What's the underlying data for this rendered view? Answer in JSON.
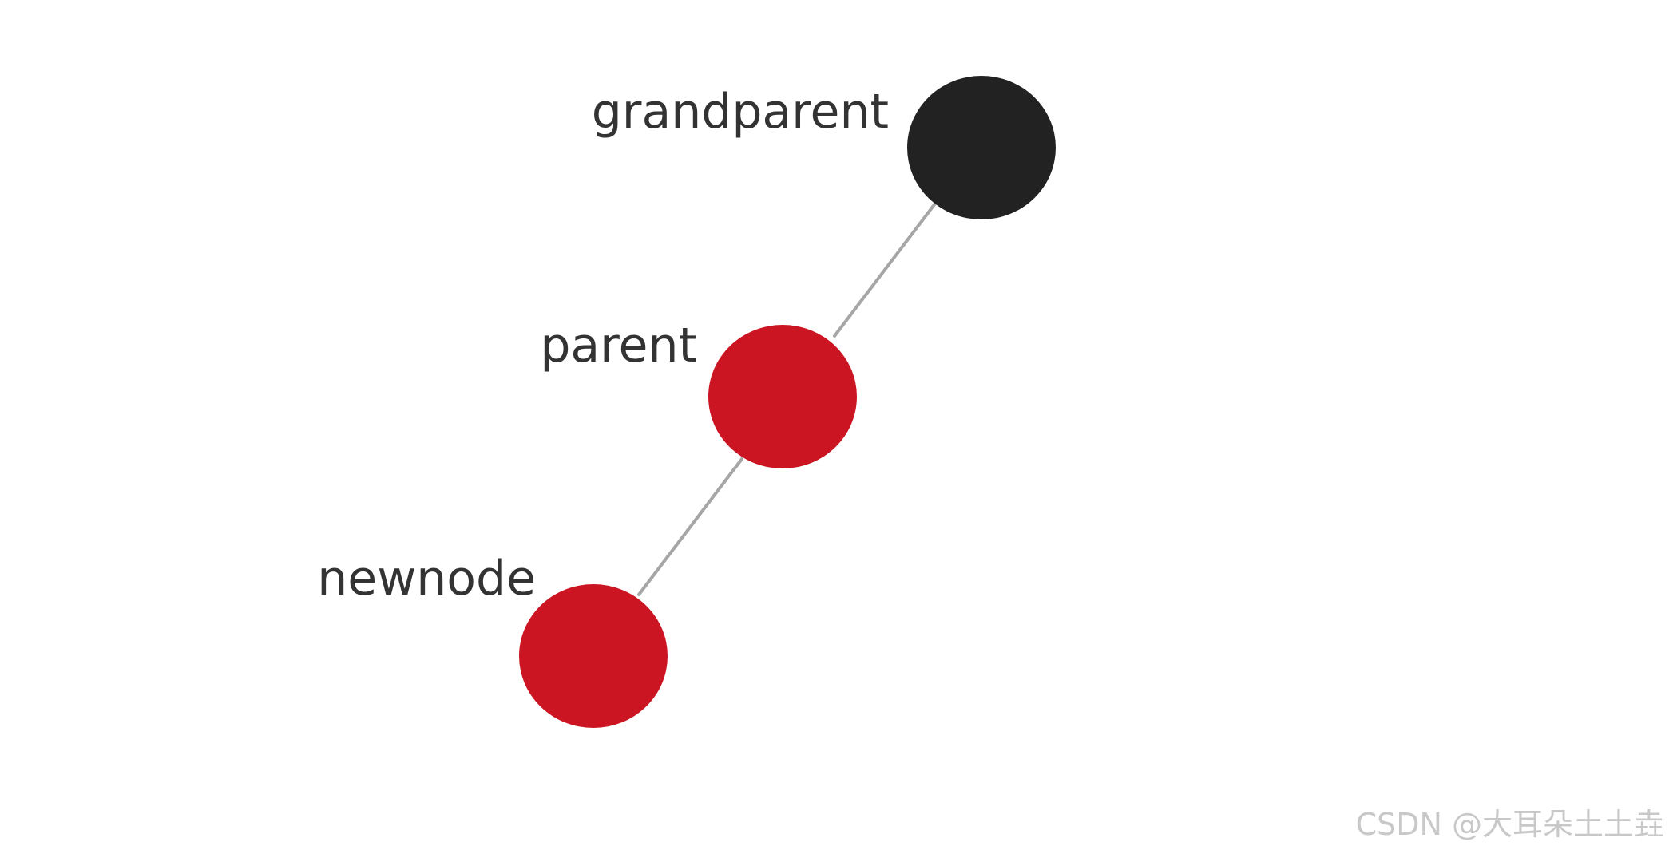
{
  "diagram": {
    "nodes": [
      {
        "id": "grandparent",
        "label": "grandparent",
        "color": "#222222"
      },
      {
        "id": "parent",
        "label": "parent",
        "color": "#cc1522"
      },
      {
        "id": "newnode",
        "label": "newnode",
        "color": "#cc1522"
      }
    ],
    "edges": [
      {
        "from": "grandparent",
        "to": "parent"
      },
      {
        "from": "parent",
        "to": "newnode"
      }
    ]
  },
  "watermark": {
    "text": "CSDN @大耳朵土土垚"
  }
}
